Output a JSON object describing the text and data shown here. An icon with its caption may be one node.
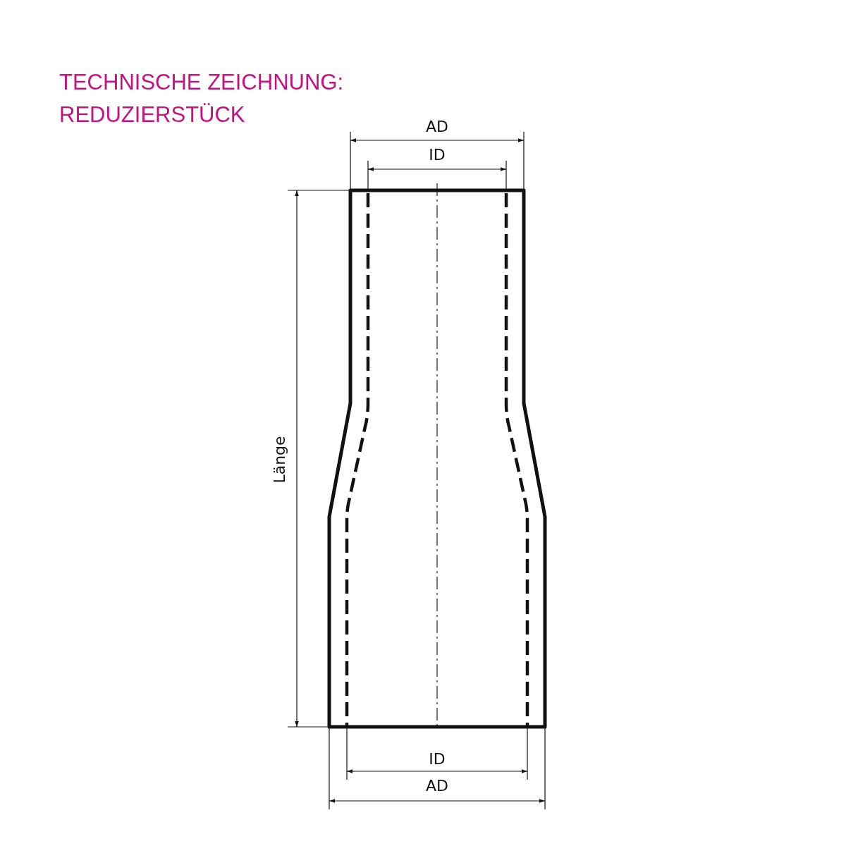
{
  "diagram": {
    "title": "TECHNISCHE ZEICHNUNG: REDUZIERSTÜCK",
    "labels": [
      "AD",
      "ID",
      "Länge",
      "ID",
      "AD"
    ]
  }
}
